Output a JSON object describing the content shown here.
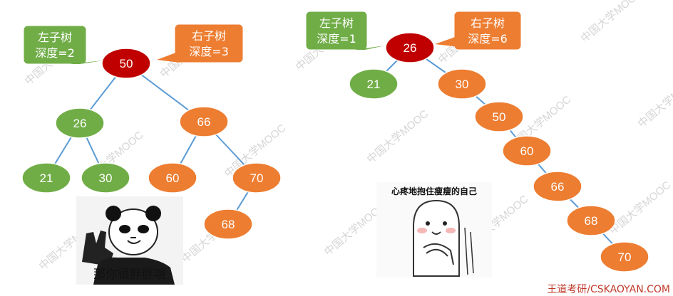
{
  "colors": {
    "red_node": "#c00000",
    "green_node": "#70ad47",
    "orange_node": "#ed7d31",
    "edge": "#5b9bd5",
    "callout_green": "#70ad47",
    "callout_orange": "#ed7d31",
    "watermark": "#d6d6d6"
  },
  "watermark_text": "中国大学MOOC",
  "trees": [
    {
      "id": "left-tree",
      "nodes": [
        {
          "id": "n50",
          "label": "50",
          "color": "red"
        },
        {
          "id": "n26",
          "label": "26",
          "color": "green"
        },
        {
          "id": "n66",
          "label": "66",
          "color": "orange"
        },
        {
          "id": "n21",
          "label": "21",
          "color": "green"
        },
        {
          "id": "n30",
          "label": "30",
          "color": "green"
        },
        {
          "id": "n60",
          "label": "60",
          "color": "orange"
        },
        {
          "id": "n70",
          "label": "70",
          "color": "orange"
        },
        {
          "id": "n68",
          "label": "68",
          "color": "orange"
        }
      ],
      "edges": [
        [
          "n50",
          "n26"
        ],
        [
          "n50",
          "n66"
        ],
        [
          "n26",
          "n21"
        ],
        [
          "n26",
          "n30"
        ],
        [
          "n66",
          "n60"
        ],
        [
          "n66",
          "n70"
        ],
        [
          "n70",
          "n68"
        ]
      ],
      "callouts": [
        {
          "id": "left-subtree",
          "lines": [
            "左子树",
            "深度=2"
          ],
          "color": "green"
        },
        {
          "id": "right-subtree",
          "lines": [
            "右子树",
            "深度=3"
          ],
          "color": "orange"
        }
      ]
    },
    {
      "id": "right-tree",
      "nodes": [
        {
          "id": "m26",
          "label": "26",
          "color": "red"
        },
        {
          "id": "m21",
          "label": "21",
          "color": "green"
        },
        {
          "id": "m30",
          "label": "30",
          "color": "orange"
        },
        {
          "id": "m50",
          "label": "50",
          "color": "orange"
        },
        {
          "id": "m60",
          "label": "60",
          "color": "orange"
        },
        {
          "id": "m66",
          "label": "66",
          "color": "orange"
        },
        {
          "id": "m68",
          "label": "68",
          "color": "orange"
        },
        {
          "id": "m70",
          "label": "70",
          "color": "orange"
        }
      ],
      "edges": [
        [
          "m26",
          "m21"
        ],
        [
          "m26",
          "m30"
        ],
        [
          "m30",
          "m50"
        ],
        [
          "m50",
          "m60"
        ],
        [
          "m60",
          "m66"
        ],
        [
          "m66",
          "m68"
        ],
        [
          "m68",
          "m70"
        ]
      ],
      "callouts": [
        {
          "id": "left-subtree",
          "lines": [
            "左子树",
            "深度=1"
          ],
          "color": "green"
        },
        {
          "id": "right-subtree",
          "lines": [
            "右子树",
            "深度=6"
          ],
          "color": "orange"
        }
      ]
    }
  ],
  "memes": {
    "panda_caption": "那你很胖胖哦",
    "ghost_caption": "心疼地抱住瘦瘦的自己"
  },
  "credit": "王道考研/CSKAOYAN.COM"
}
